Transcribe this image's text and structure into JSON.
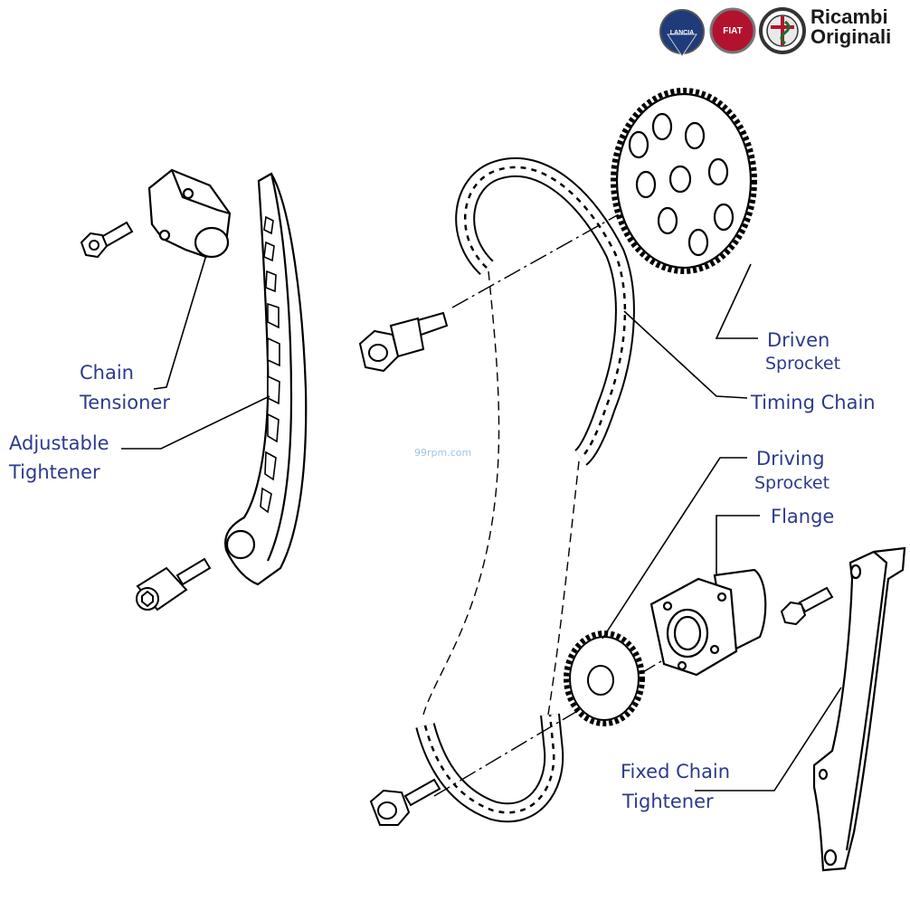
{
  "brand": {
    "line1": "Ricambi",
    "line2": "Originali",
    "badges": [
      {
        "name": "LANCIA",
        "color": "#1f3b7a"
      },
      {
        "name": "FIAT",
        "color": "#b3122e"
      },
      {
        "name": "ALFA ROMEO",
        "color": "#7a1a1a"
      }
    ]
  },
  "watermark": "99rpm.com",
  "labels": {
    "chain_tensioner": {
      "line1": "Chain",
      "line2": "Tensioner"
    },
    "adjustable_tightener": {
      "line1": "Adjustable",
      "line2": "Tightener"
    },
    "driven_sprocket": {
      "line1": "Driven",
      "line2": "Sprocket"
    },
    "timing_chain": "Timing Chain",
    "driving_sprocket": {
      "line1": "Driving",
      "line2": "Sprocket"
    },
    "flange": "Flange",
    "fixed_chain_tightener": {
      "line1": "Fixed Chain",
      "line2": "Tightener"
    }
  },
  "colors": {
    "label": "#2d3a8c",
    "line": "#000000"
  }
}
